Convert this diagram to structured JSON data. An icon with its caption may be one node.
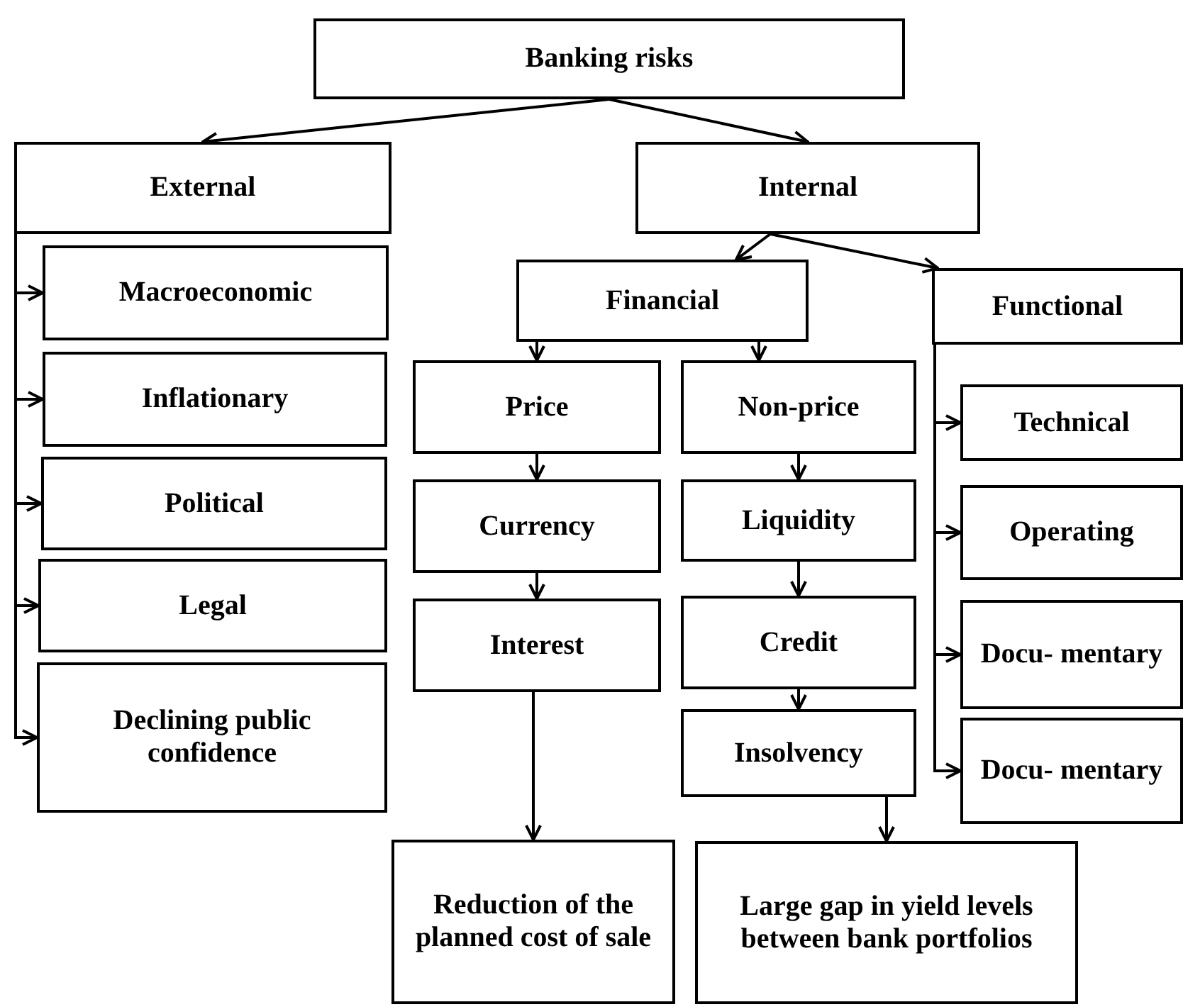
{
  "diagram": {
    "nodes": [
      {
        "text": [
          "Banking risks"
        ]
      },
      {
        "text": [
          "External"
        ]
      },
      {
        "text": [
          "Internal"
        ]
      },
      {
        "text": [
          "Financial"
        ]
      },
      {
        "text": [
          "Functional"
        ]
      },
      {
        "text": [
          "Macroeconomic"
        ]
      },
      {
        "text": [
          "Inflationary"
        ]
      },
      {
        "text": [
          "Political"
        ]
      },
      {
        "text": [
          "Legal"
        ]
      },
      {
        "text": [
          "Declining public confidence"
        ]
      },
      {
        "text": [
          "Price"
        ]
      },
      {
        "text": [
          "Non-price"
        ]
      },
      {
        "text": [
          "Currency"
        ]
      },
      {
        "text": [
          "Liquidity"
        ]
      },
      {
        "text": [
          "Interest"
        ]
      },
      {
        "text": [
          "Credit"
        ]
      },
      {
        "text": [
          "Insolvency"
        ]
      },
      {
        "text": [
          "Technical"
        ]
      },
      {
        "text": [
          "Operating"
        ]
      },
      {
        "text": [
          "Docu- mentary"
        ]
      },
      {
        "text": [
          "Docu- mentary"
        ]
      },
      {
        "text": [
          "Reduction of the planned cost of sale"
        ]
      },
      {
        "text": [
          "Large gap in yield levels between bank portfolios"
        ]
      }
    ],
    "edges": [
      {
        "from": 0,
        "to": 1,
        "arrow": "to"
      },
      {
        "from": 0,
        "to": 2,
        "arrow": "to"
      },
      {
        "from": 2,
        "to": 3,
        "arrow": "to"
      },
      {
        "from": 2,
        "to": 4,
        "arrow": "to"
      },
      {
        "from": 1,
        "to": 5,
        "arrow": "to"
      },
      {
        "from": 1,
        "to": 6,
        "arrow": "to"
      },
      {
        "from": 1,
        "to": 7,
        "arrow": "to"
      },
      {
        "from": 1,
        "to": 8,
        "arrow": "to"
      },
      {
        "from": 1,
        "to": 9,
        "arrow": "to"
      },
      {
        "from": 3,
        "to": 10,
        "arrow": "to"
      },
      {
        "from": 3,
        "to": 11,
        "arrow": "to"
      },
      {
        "from": 10,
        "to": 12,
        "arrow": "to"
      },
      {
        "from": 12,
        "to": 14,
        "arrow": "to"
      },
      {
        "from": 14,
        "to": 21,
        "arrow": "to"
      },
      {
        "from": 11,
        "to": 13,
        "arrow": "to"
      },
      {
        "from": 13,
        "to": 15,
        "arrow": "to"
      },
      {
        "from": 15,
        "to": 16,
        "arrow": "to"
      },
      {
        "from": 16,
        "to": 22,
        "arrow": "to"
      },
      {
        "from": 4,
        "to": 17,
        "arrow": "to"
      },
      {
        "from": 4,
        "to": 18,
        "arrow": "to"
      },
      {
        "from": 4,
        "to": 19,
        "arrow": "to"
      },
      {
        "from": 4,
        "to": 20,
        "arrow": "to"
      }
    ]
  }
}
